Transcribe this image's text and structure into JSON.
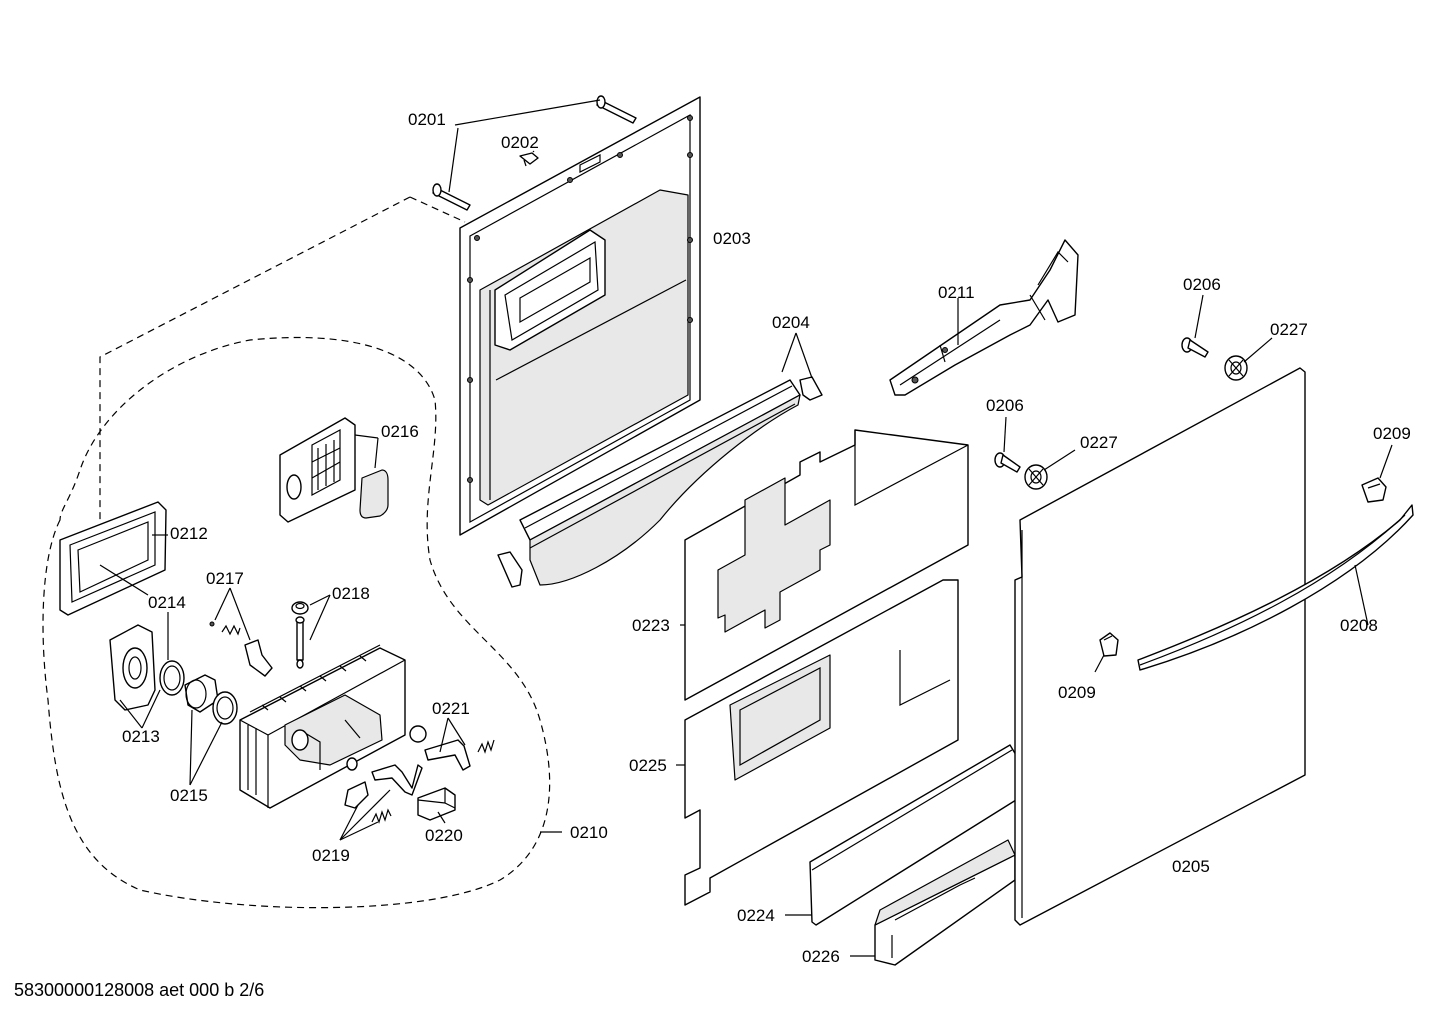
{
  "labels": {
    "l0201": "0201",
    "l0202": "0202",
    "l0203": "0203",
    "l0204": "0204",
    "l0205": "0205",
    "l0206a": "0206",
    "l0206b": "0206",
    "l0208": "0208",
    "l0209a": "0209",
    "l0209b": "0209",
    "l0210": "0210",
    "l0211": "0211",
    "l0212": "0212",
    "l0213": "0213",
    "l0214": "0214",
    "l0215": "0215",
    "l0216": "0216",
    "l0217": "0217",
    "l0218": "0218",
    "l0219": "0219",
    "l0220": "0220",
    "l0221": "0221",
    "l0223": "0223",
    "l0224": "0224",
    "l0225": "0225",
    "l0226": "0226",
    "l0227a": "0227",
    "l0227b": "0227"
  },
  "footer": {
    "code": "58300000128008 aet 000 b 2/6"
  }
}
